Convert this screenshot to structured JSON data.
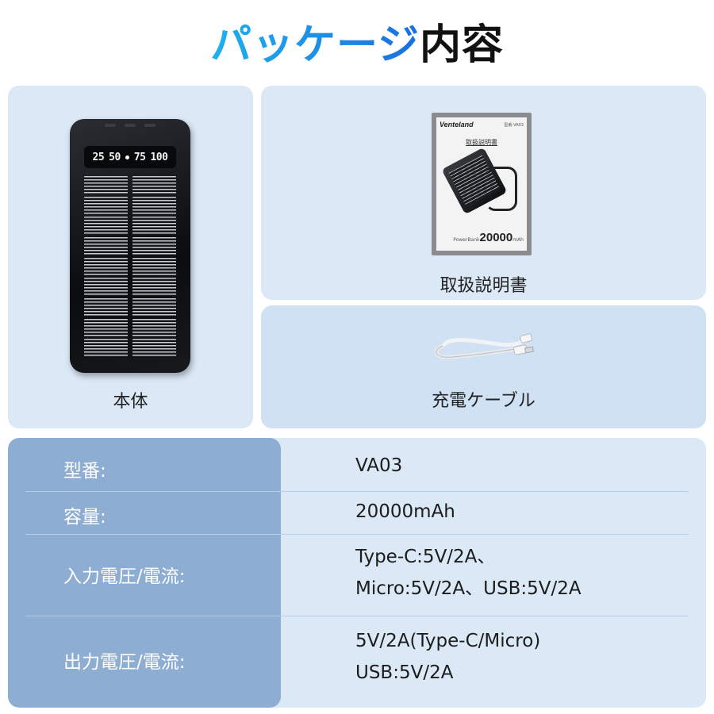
{
  "title": {
    "accent": "パッケージ",
    "rest": "内容"
  },
  "items": {
    "main_label": "本体",
    "manual_label": "取扱説明書",
    "cable_label": "充電ケーブル"
  },
  "powerbank_display": {
    "d1": "25",
    "d2": "50",
    "d3": "75",
    "d4": "100"
  },
  "manual_cover": {
    "brand": "Venteland",
    "model": "型番:VA03",
    "title": "取扱説明書",
    "caption_small": "PowerBank",
    "caption_big": "20000",
    "caption_unit": "mAh"
  },
  "specs": [
    {
      "key": "型番:",
      "values": [
        "VA03"
      ]
    },
    {
      "key": "容量:",
      "values": [
        "20000mAh"
      ]
    },
    {
      "key": "入力電圧/電流:",
      "values": [
        "Type-C:5V/2A、",
        "Micro:5V/2A、USB:5V/2A"
      ]
    },
    {
      "key": "出力電圧/電流:",
      "values": [
        "5V/2A(Type-C/Micro)",
        "USB:5V/2A"
      ]
    }
  ],
  "colors": {
    "accent_start": "#1fb1ee",
    "accent_end": "#1a6fe0",
    "card_bg": "#dbe8f6",
    "spec_key_bg": "#8eadd2"
  }
}
